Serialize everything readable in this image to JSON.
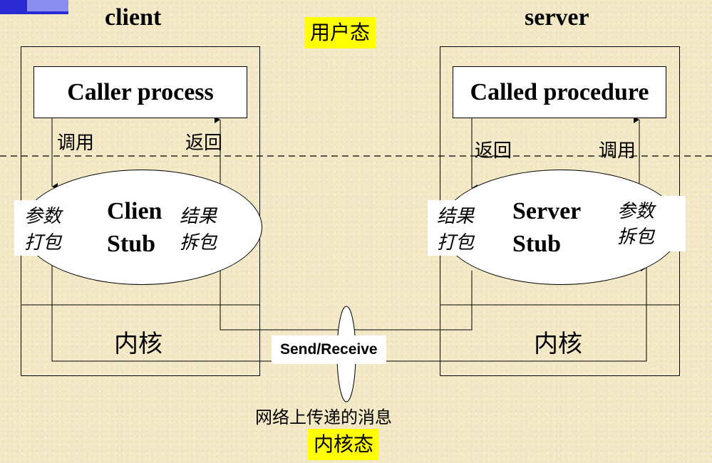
{
  "headings": {
    "client": "client",
    "server": "server"
  },
  "zones": {
    "user": "用户态",
    "kernel": "内核态"
  },
  "client": {
    "process": "Caller process",
    "call": "调用",
    "return": "返回",
    "stub_line1": "Clien",
    "stub_line2": "Stub",
    "pack_line1": "参数",
    "pack_line2": "打包",
    "unpack_line1": "结果",
    "unpack_line2": "拆包",
    "kernel": "内核"
  },
  "server": {
    "procedure": "Called procedure",
    "return": "返回",
    "call": "调用",
    "stub_line1": "Server",
    "stub_line2": "Stub",
    "pack_line1": "结果",
    "pack_line2": "打包",
    "unpack_line1": "参数",
    "unpack_line2": "拆包",
    "kernel": "内核"
  },
  "network": {
    "send_receive": "Send/Receive",
    "caption": "网络上传递的消息"
  }
}
